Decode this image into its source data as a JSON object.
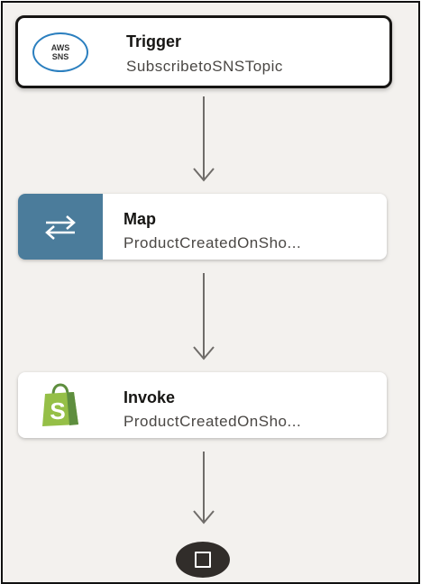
{
  "flow": {
    "trigger": {
      "title": "Trigger",
      "subtitle": "SubscribetoSNSTopic",
      "icon": "aws-sns-icon",
      "icon_text_top": "AWS",
      "icon_text_bottom": "SNS"
    },
    "map": {
      "title": "Map",
      "subtitle": "ProductCreatedOnSho...",
      "icon": "swap-arrows-icon",
      "icon_bg": "#4b7c9b"
    },
    "invoke": {
      "title": "Invoke",
      "subtitle": "ProductCreatedOnSho...",
      "icon": "shopify-bag-icon",
      "icon_color": "#95bf47"
    },
    "end": {
      "icon": "stop-square-icon"
    }
  }
}
